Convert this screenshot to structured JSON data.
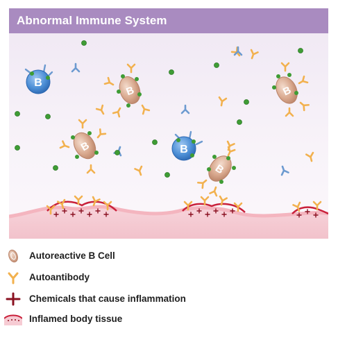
{
  "title": "Abnormal Immune System",
  "legend": [
    {
      "icon": "autoreactive-b-cell-icon",
      "label": "Autoreactive B Cell"
    },
    {
      "icon": "autoantibody-icon",
      "label": "Autoantibody"
    },
    {
      "icon": "inflammation-chemical-icon",
      "label": "Chemicals that cause inflammation"
    },
    {
      "icon": "inflamed-tissue-icon",
      "label": "Inflamed body tissue"
    }
  ],
  "cell_letter": "B",
  "colors": {
    "title_bar": "#a98bc0",
    "normal_b_cell": "#4d8fd6",
    "autoreactive_b_cell": "#d9a98f",
    "antibody": "#f2b14e",
    "blue_antibody": "#6c9ad0",
    "antigen": "#3f9c35",
    "tissue": "#f0c4cd",
    "tissue_edge": "#c9203a",
    "chemical": "#8a1020"
  }
}
